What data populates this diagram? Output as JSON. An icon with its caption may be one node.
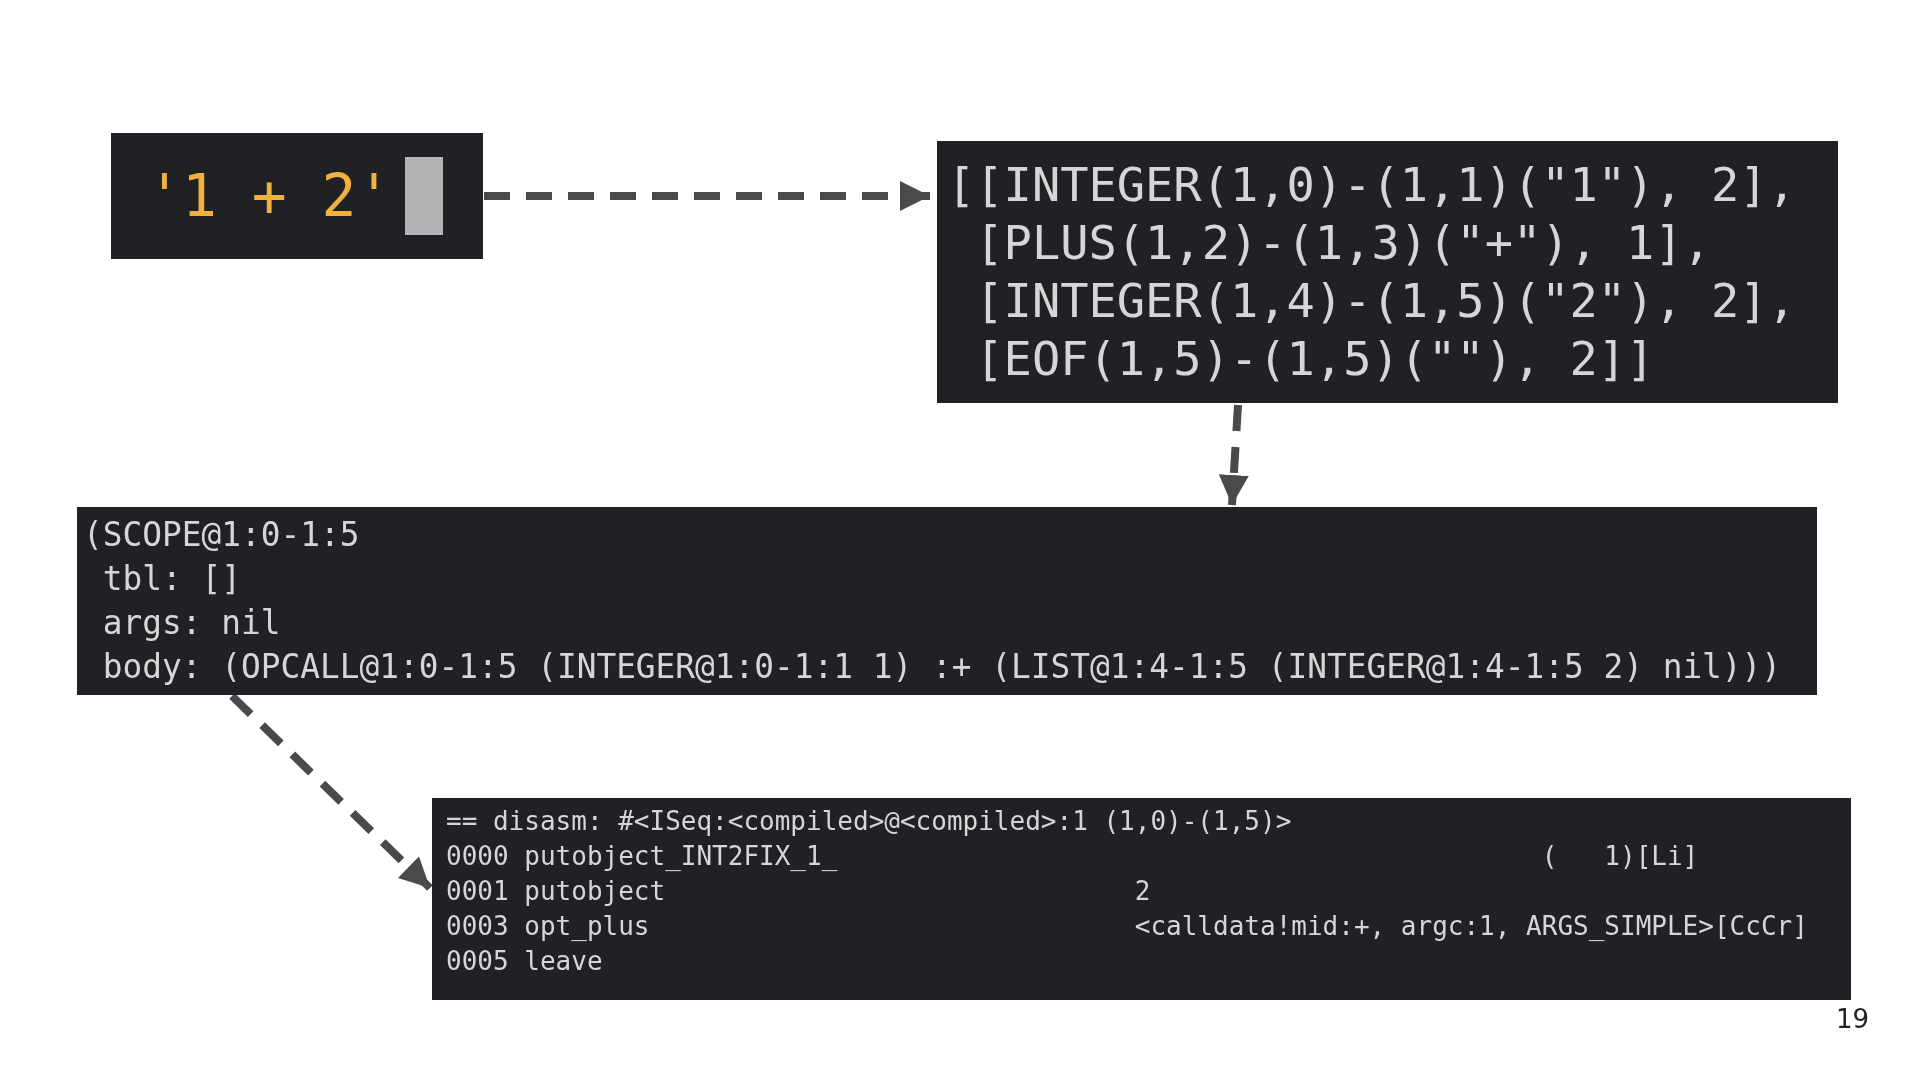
{
  "diagram": {
    "nodes": [
      {
        "text": [
          "'1 + 2'"
        ]
      },
      {
        "text": [
          "[[INTEGER(1,0)-(1,1)(\"1\"), 2],",
          " [PLUS(1,2)-(1,3)(\"+\"), 1],",
          " [INTEGER(1,4)-(1,5)(\"2\"), 2],",
          " [EOF(1,5)-(1,5)(\"\"), 2]]"
        ]
      },
      {
        "text": [
          "(SCOPE@1:0-1:5",
          " tbl: []",
          " args: nil",
          " body: (OPCALL@1:0-1:5 (INTEGER@1:0-1:1 1) :+ (LIST@1:4-1:5 (INTEGER@1:4-1:5 2) nil)))"
        ]
      },
      {
        "text": [
          "== disasm: #<ISeq:<compiled>@<compiled>:1 (1,0)-(1,5)>",
          "0000 putobject_INT2FIX_1_                                             (   1)[Li]",
          "0001 putobject                              2",
          "0003 opt_plus                               <calldata!mid:+, argc:1, ARGS_SIMPLE>[CcCr]",
          "0005 leave"
        ]
      }
    ],
    "edges": [
      {
        "from": 0,
        "to": 1,
        "arrow": "to",
        "style": "dashed"
      },
      {
        "from": 1,
        "to": 2,
        "arrow": "to",
        "style": "dashed"
      },
      {
        "from": 2,
        "to": 3,
        "arrow": "to",
        "style": "dashed"
      }
    ],
    "labels": [
      "19"
    ]
  }
}
